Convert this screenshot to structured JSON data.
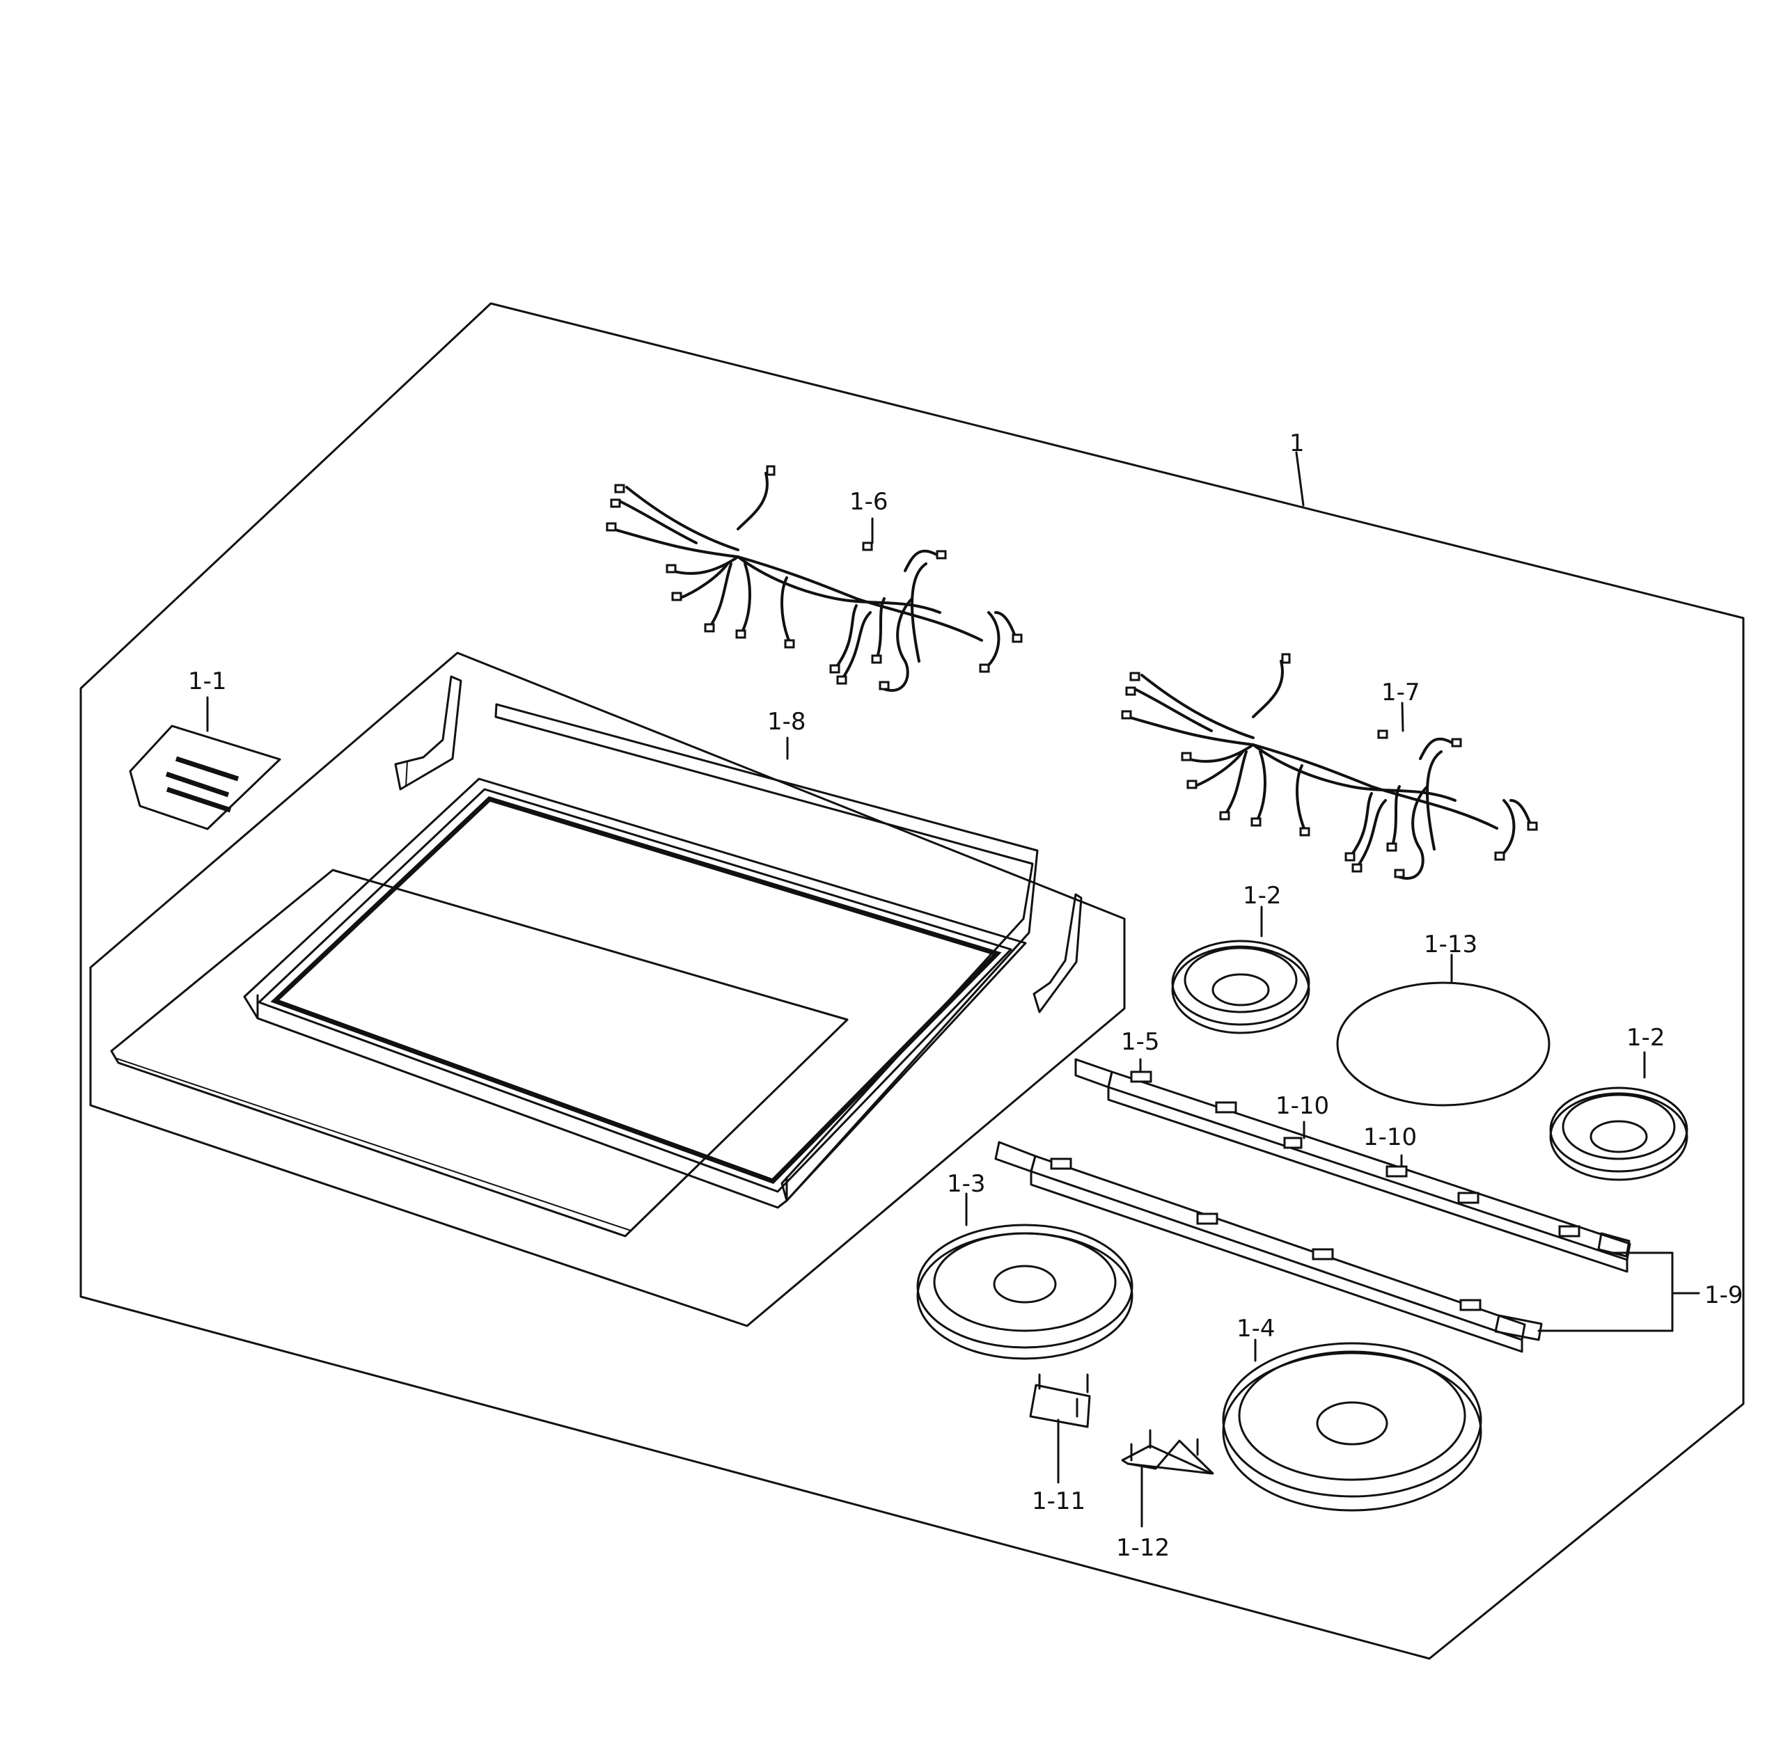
{
  "colors": {
    "line": "#111111",
    "background": "#ffffff"
  },
  "labels": {
    "assembly": "1",
    "part_1_1": "1-1",
    "part_1_2a": "1-2",
    "part_1_2b": "1-2",
    "part_1_3": "1-3",
    "part_1_4": "1-4",
    "part_1_5": "1-5",
    "part_1_6": "1-6",
    "part_1_7": "1-7",
    "part_1_8": "1-8",
    "part_1_9": "1-9",
    "part_1_10a": "1-10",
    "part_1_10b": "1-10",
    "part_1_11": "1-11",
    "part_1_12": "1-12",
    "part_1_13": "1-13"
  }
}
